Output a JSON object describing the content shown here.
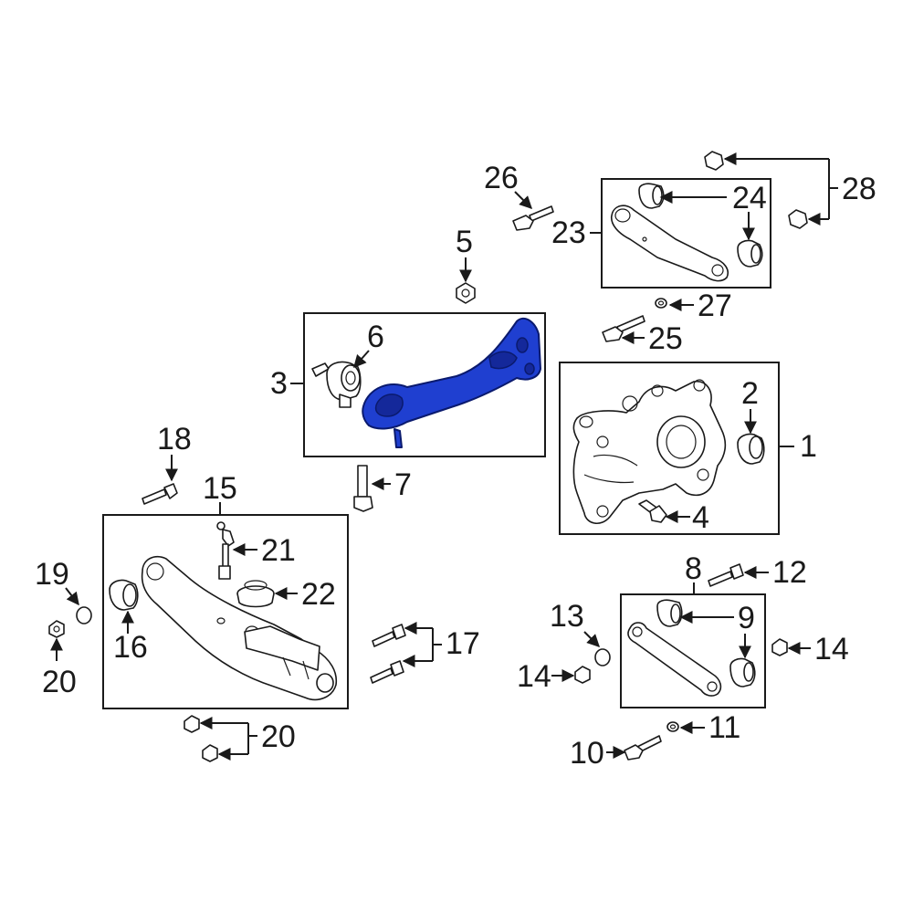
{
  "diagram": {
    "highlight_color": "#1f3fd0",
    "line_color": "#1a1a1a",
    "callouts": {
      "c1": "1",
      "c2": "2",
      "c3": "3",
      "c4": "4",
      "c5": "5",
      "c6": "6",
      "c7": "7",
      "c8": "8",
      "c9": "9",
      "c10": "10",
      "c11": "11",
      "c12": "12",
      "c13": "13",
      "c14a": "14",
      "c14b": "14",
      "c15": "15",
      "c16": "16",
      "c17": "17",
      "c18": "18",
      "c19": "19",
      "c20a": "20",
      "c20b": "20",
      "c21": "21",
      "c22": "22",
      "c23": "23",
      "c24": "24",
      "c25": "25",
      "c26": "26",
      "c27": "27",
      "c28": "28"
    }
  }
}
